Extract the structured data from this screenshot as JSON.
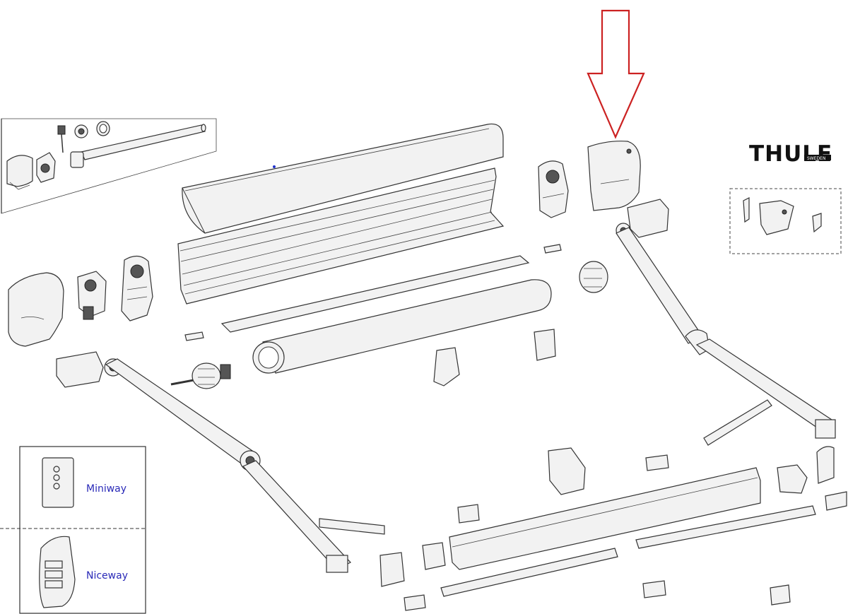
{
  "brand": {
    "name": "THULE",
    "sub": "SWEDEN"
  },
  "remotes": [
    {
      "label": "Miniway"
    },
    {
      "label": "Niceway"
    }
  ],
  "colors": {
    "arrow": "#cc2222",
    "label_blue": "#2a2ab8",
    "line": "#333333"
  },
  "callout": {
    "points_to": "end-cap-cover-right"
  }
}
